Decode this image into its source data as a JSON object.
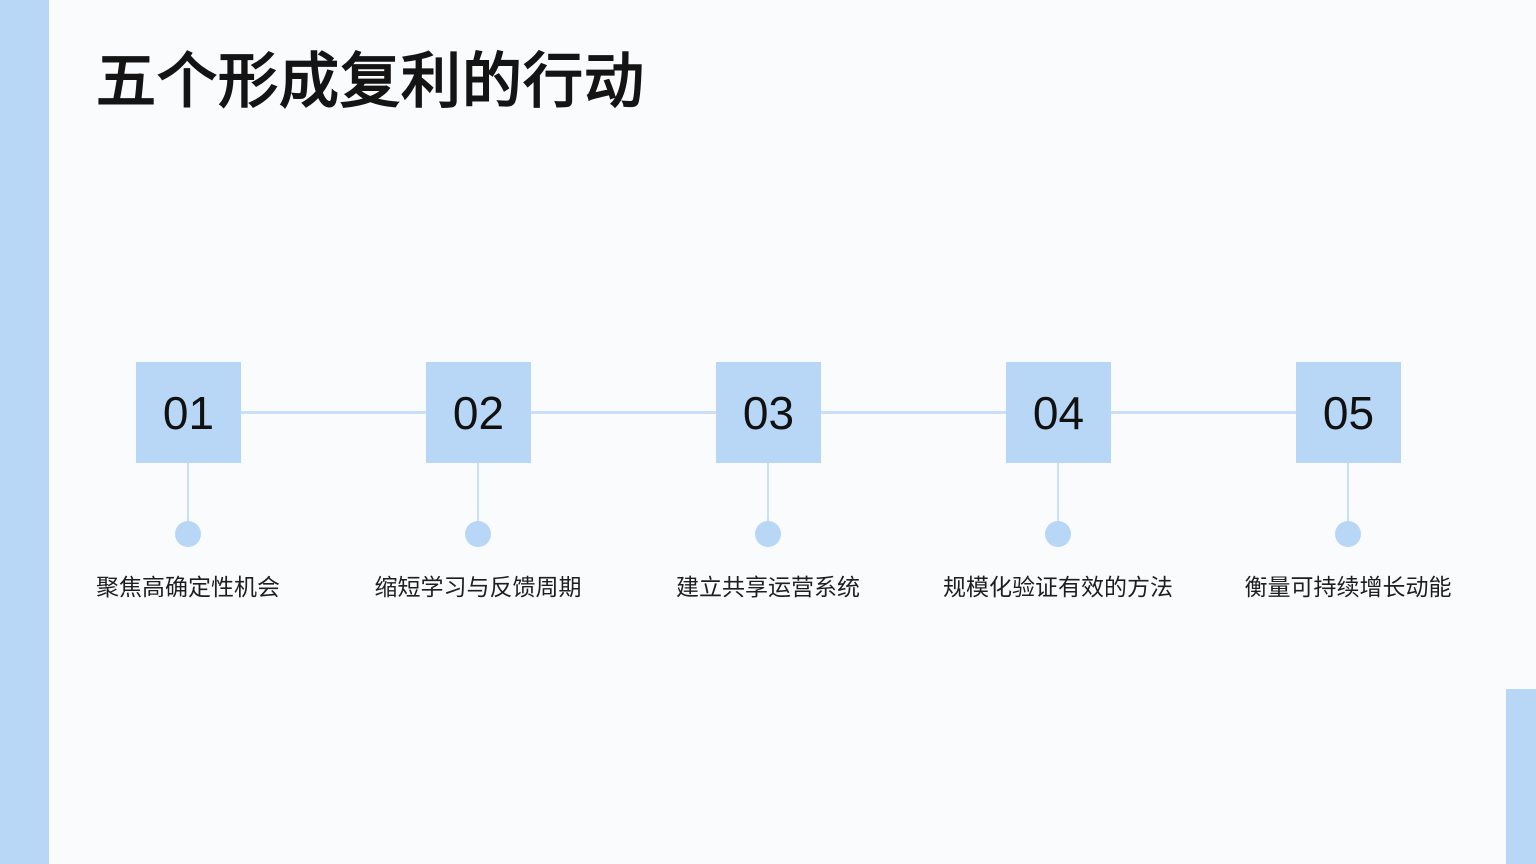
{
  "title": "五个形成复利的行动",
  "steps": [
    {
      "number": "01",
      "label": "聚焦高确定性机会"
    },
    {
      "number": "02",
      "label": "缩短学习与反馈周期"
    },
    {
      "number": "03",
      "label": "建立共享运营系统"
    },
    {
      "number": "04",
      "label": "规模化验证有效的方法"
    },
    {
      "number": "05",
      "label": "衡量可持续增长动能"
    }
  ],
  "colors": {
    "accent": "#b8d7f6",
    "connector": "#c9e0f7",
    "background": "#fafbfc",
    "text": "#141414"
  }
}
